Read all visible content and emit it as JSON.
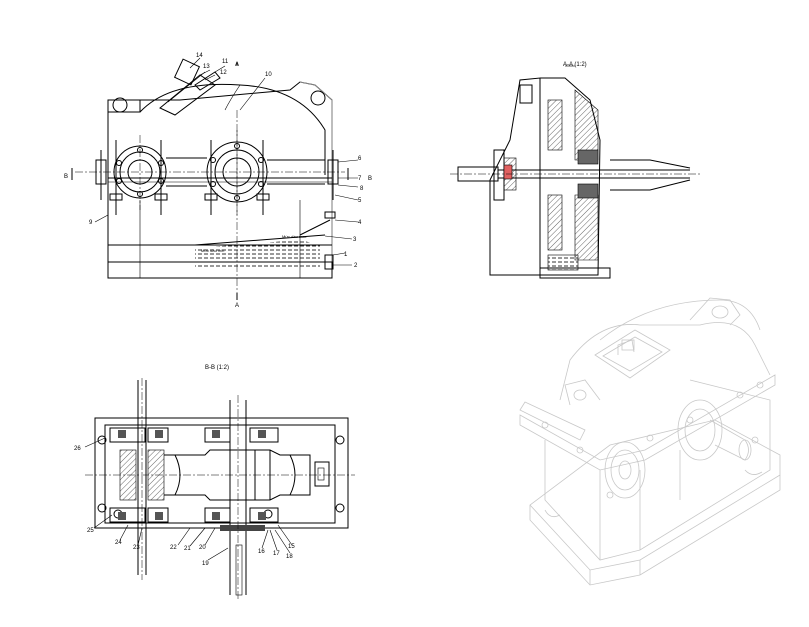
{
  "views": {
    "front": {
      "part_numbers": [
        "14",
        "13",
        "11",
        "12",
        "10",
        "6",
        "7",
        "8",
        "5",
        "4",
        "3",
        "1",
        "2",
        "9"
      ],
      "section_marks": {
        "b_left": "B",
        "b_right": "B",
        "a_top": "A",
        "a_bottom": "A"
      },
      "notes": {
        "oil_max": "Mức dầu max",
        "oil_min": "Mức dầu min"
      }
    },
    "section_aa": {
      "title": "A-A (1:2)"
    },
    "section_bb": {
      "title": "B-B (1:2)",
      "part_numbers": [
        "26",
        "25",
        "24",
        "23",
        "22",
        "21",
        "20",
        "19",
        "16",
        "17",
        "18",
        "15"
      ]
    }
  }
}
